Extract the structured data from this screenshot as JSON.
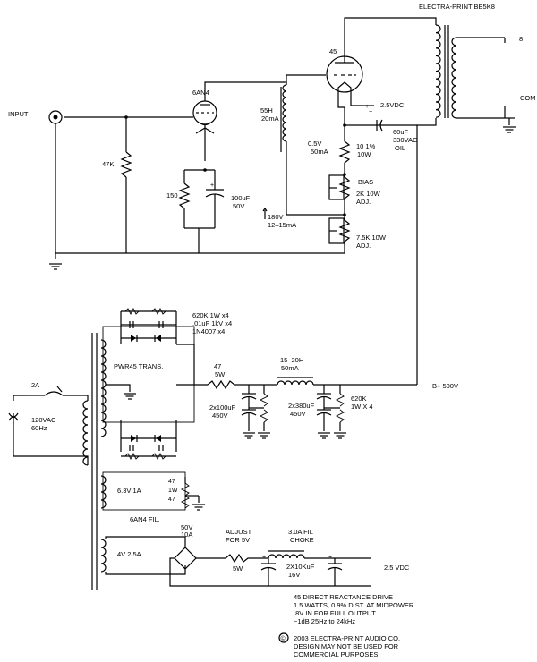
{
  "labels": {
    "electra_title": "ELECTRA-PRINT BE5K8",
    "tube_45": "45",
    "tube_6an4": "6AN4",
    "out_8": "8",
    "out_com": "COM",
    "input": "INPUT",
    "r_47k": "47K",
    "choke_55h": "55H",
    "choke_20ma": "20mA",
    "v_2_5vdc_top": "2.5VDC",
    "v_0_5v": "0.5V",
    "v_50ma": "50mA",
    "r_10_1": "10 1%",
    "r_10_1_w": "10W",
    "cap_60uf": "60uF",
    "cap_330vac": "330VAC",
    "cap_oil": "OIL",
    "bias": "BIAS",
    "r_2k": "2K 10W",
    "r_2k_adj": "ADJ.",
    "r_150": "150",
    "c_100uf": "100uF",
    "c_50v": "50V",
    "v_180v": "180V",
    "v_12_15ma": "12–15mA",
    "r_7_5k": "7.5K 10W",
    "r_7_5k_adj": "ADJ.",
    "bridge_r": "620K 1W x4",
    "bridge_c": ".01uF 1kV x4",
    "bridge_d": "1N4007 x4",
    "pwr_trans": "PWR45 TRANS.",
    "fuse": "2A",
    "mains": "120VAC",
    "mains_hz": "60Hz",
    "r_47": "47",
    "r_47_5w": "5W",
    "choke_15_20h": "15–20H",
    "choke_50ma": "50mA",
    "c_2x100": "2x100uF",
    "c_2x100_v": "450V",
    "c_2x380": "2x380uF",
    "c_2x380_v": "450V",
    "r_620k": "620K",
    "r_620k_x4": "1W X 4",
    "bplus": "B+ 500V",
    "fil_63v": "6.3V 1A",
    "fil_6an4": "6AN4 FIL.",
    "fil_47a": "47",
    "fil_1w": "1W",
    "fil_47b": "47",
    "fil_4v": "4V 2.5A",
    "br_50v": "50V",
    "br_10a": "10A",
    "adjust": "ADJUST",
    "for_5v": "FOR 5V",
    "r_5w": "5W",
    "fil_choke": "3.0A FIL",
    "fil_choke2": "CHOKE",
    "c_2x10k": "2X10KuF",
    "c_16v": "16V",
    "out_2_5vdc": "2.5 VDC"
  },
  "notes": [
    "45 DIRECT REACTANCE DRIVE",
    "1.5 WATTS, 0.9% DIST. AT MIDPOWER",
    ".8V IN FOR FULL OUTPUT",
    "−1dB 25Hz to 24kHz"
  ],
  "copyright": {
    "symbol": "©",
    "lines": [
      "2003 ELECTRA-PRINT AUDIO CO.",
      "DESIGN MAY NOT BE USED FOR",
      "COMMERCIAL PURPOSES"
    ]
  }
}
